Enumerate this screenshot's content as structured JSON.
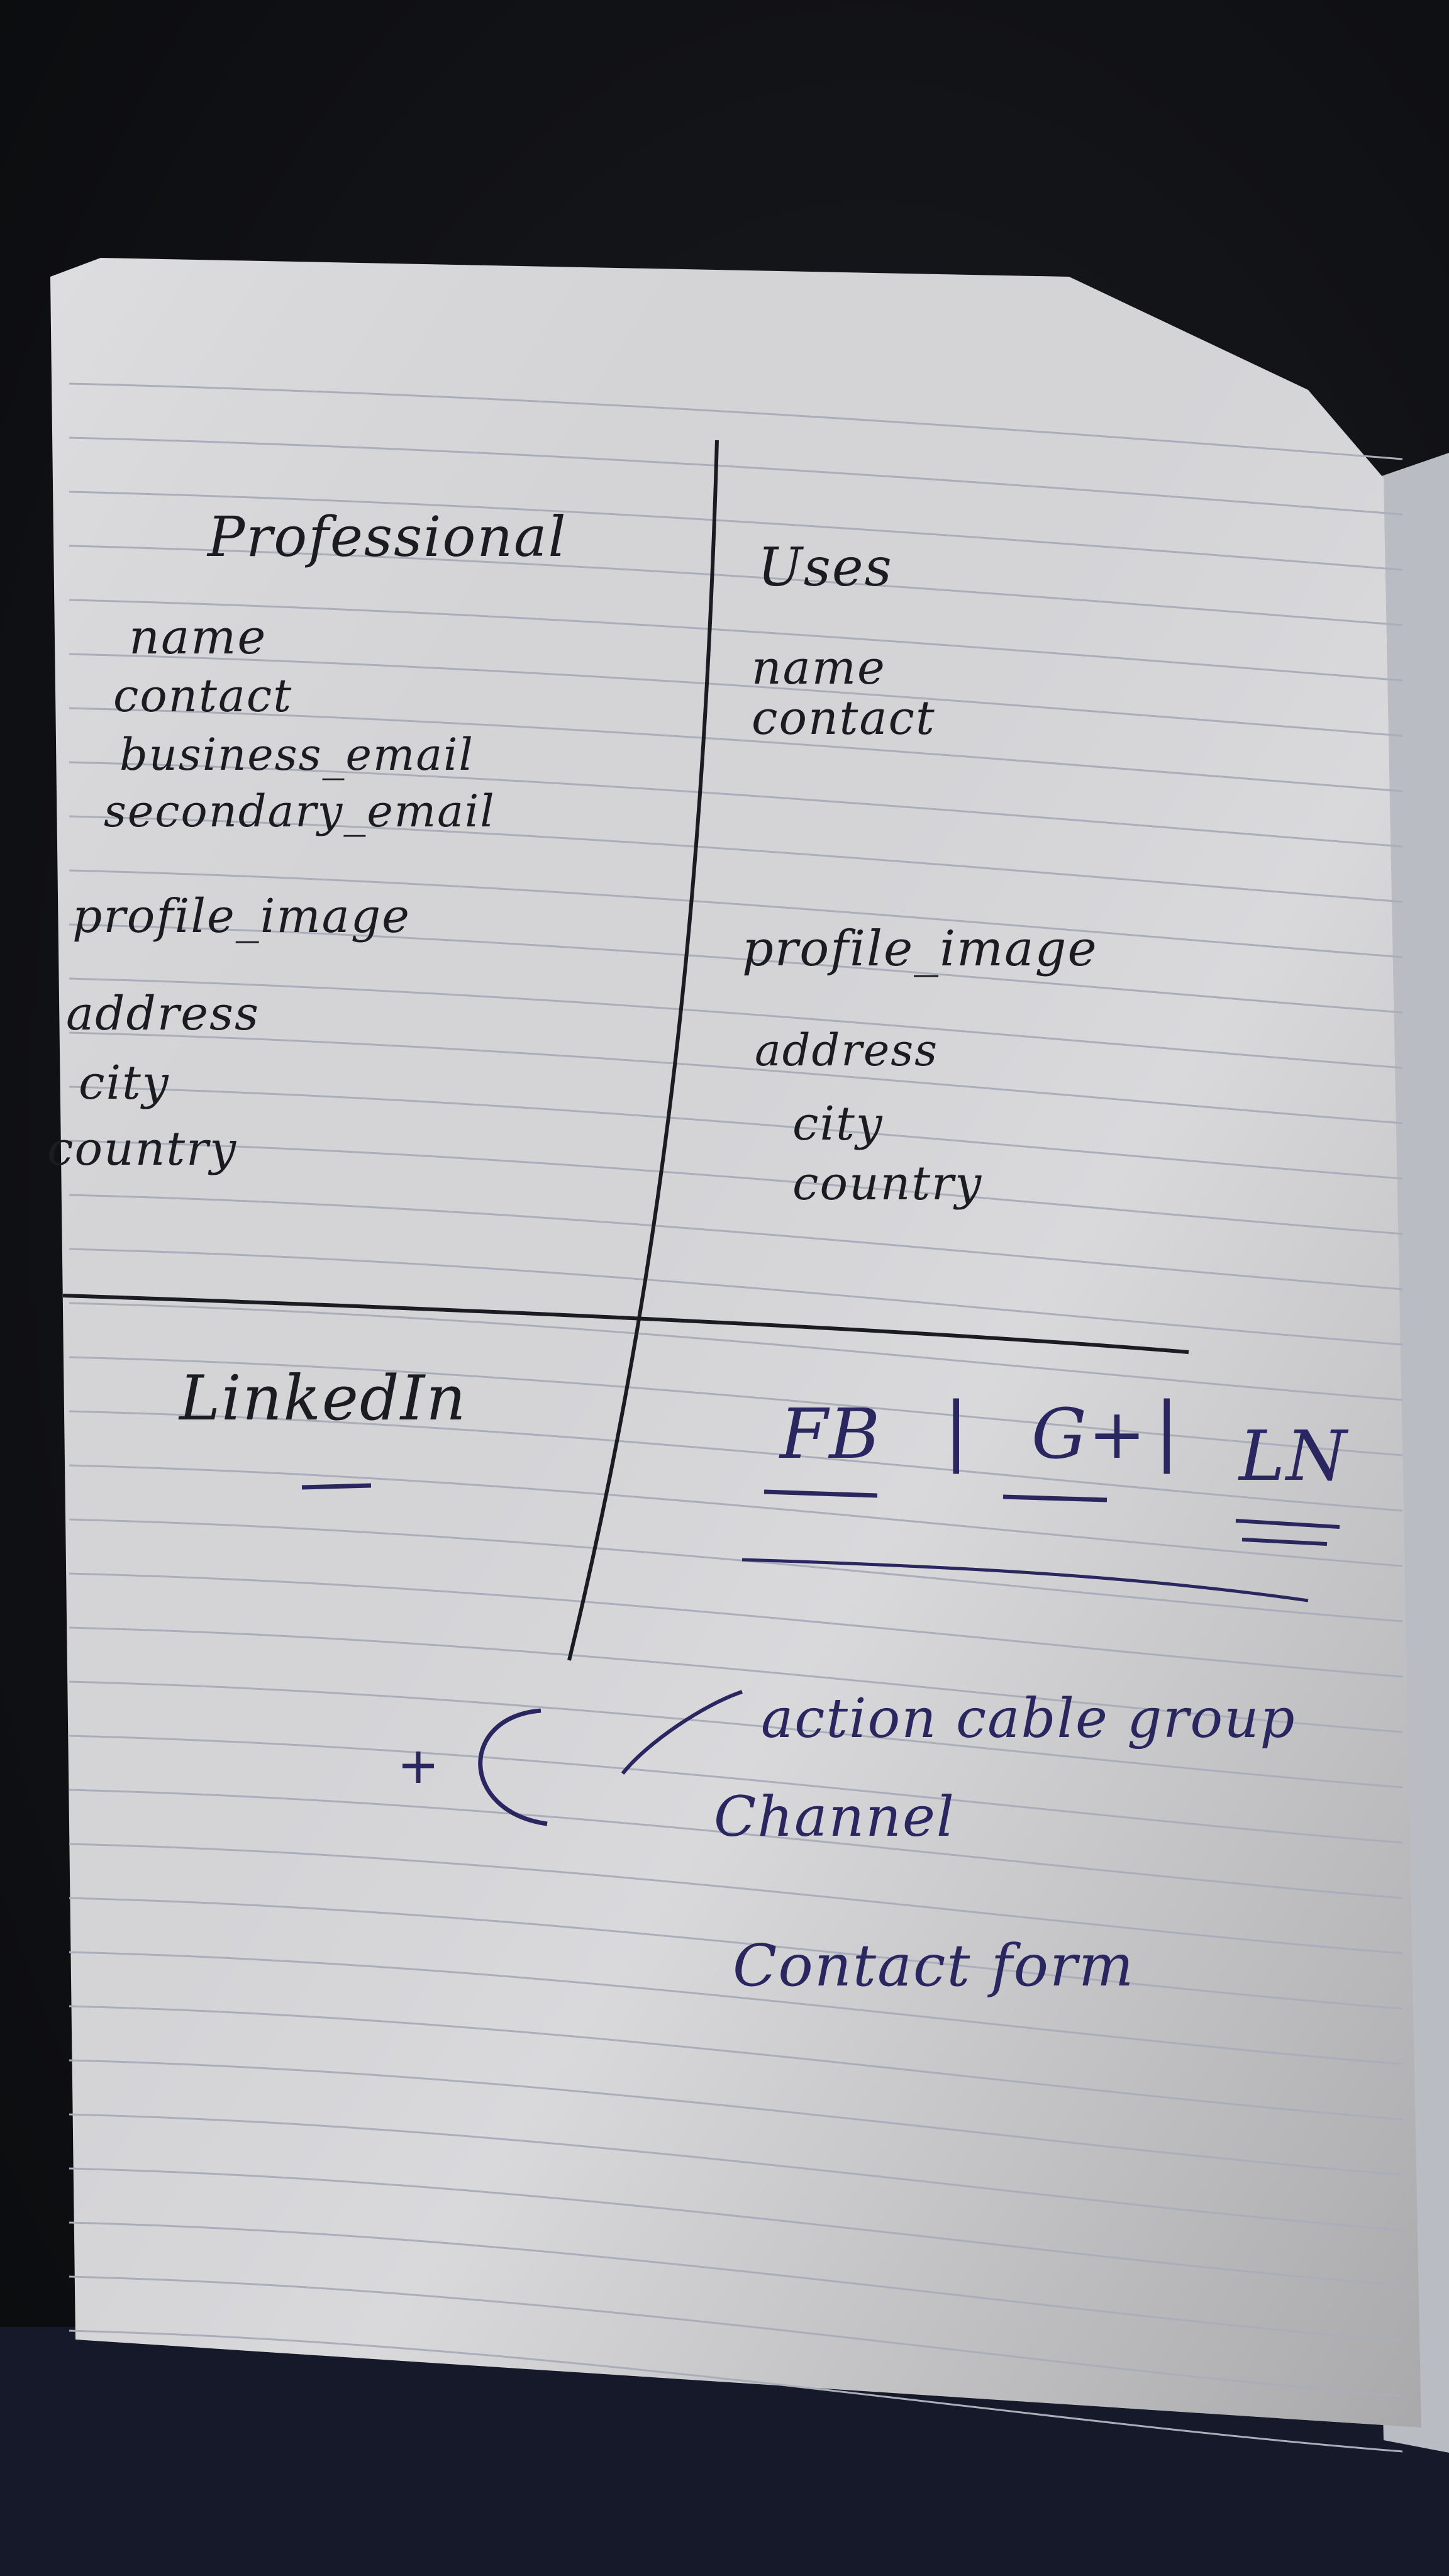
{
  "colors": {
    "paper": "#dcdcde",
    "rule_line": "#a9aeba",
    "black_ink": "#1b1b22",
    "blue_ink": "#2a2660"
  },
  "left_column": {
    "heading": "Professional",
    "fields": [
      "name",
      "contact",
      "business_email",
      "secondary_email",
      "profile_image",
      "address",
      "city",
      "country"
    ],
    "platform": "LinkedIn"
  },
  "right_column": {
    "heading": "Uses",
    "fields": [
      "name",
      "contact",
      "profile_image",
      "address",
      "city",
      "country"
    ],
    "platforms": [
      "FB",
      "G+",
      "LN"
    ]
  },
  "bottom_notes": {
    "line1": "action cable group",
    "line2": "Channel",
    "line3": "Contact form"
  }
}
